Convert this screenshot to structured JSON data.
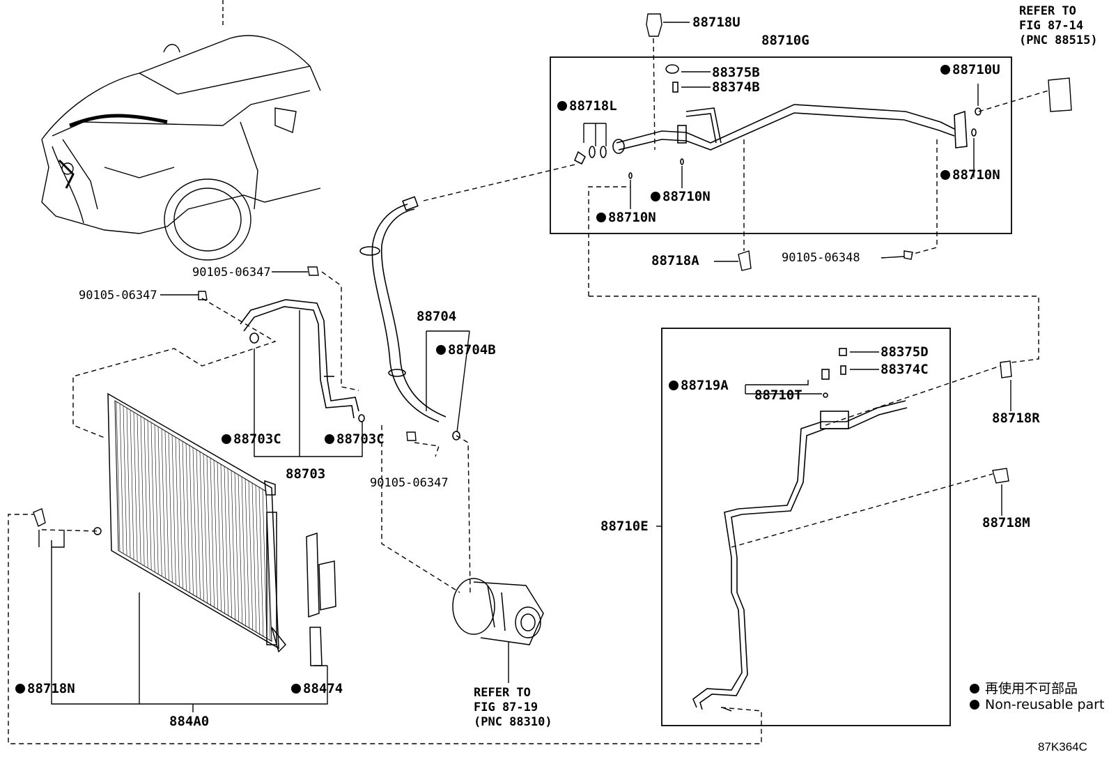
{
  "labels": {
    "p88718U": "88718U",
    "p88710G": "88710G",
    "p88375B": "88375B",
    "p88374B": "88374B",
    "p88718L": "88718L",
    "p88710U": "88710U",
    "p88710N_a": "88710N",
    "p88710N_b": "88710N",
    "p88710N_c": "88710N",
    "p88718A": "88718A",
    "p90105_06348": "90105-06348",
    "p90105_06347_a": "90105-06347",
    "p90105_06347_b": "90105-06347",
    "p90105_06347_c": "90105-06347",
    "p88704": "88704",
    "p88704B": "88704B",
    "p88703C_a": "88703C",
    "p88703C_b": "88703C",
    "p88703": "88703",
    "p88375D": "88375D",
    "p88374C": "88374C",
    "p88719A": "88719A",
    "p88710T": "88710T",
    "p88718R": "88718R",
    "p88718M": "88718M",
    "p88710E": "88710E",
    "p88718N": "88718N",
    "p88474": "88474",
    "p884A0": "884A0"
  },
  "refs": {
    "top_right": [
      "REFER TO",
      "FIG 87-14",
      "(PNC 88515)"
    ],
    "bottom": [
      "REFER TO",
      "FIG 87-19",
      "(PNC 88310)"
    ]
  },
  "legend": {
    "japanese": "再使用不可部品",
    "english": "Non-reusable part"
  },
  "figure_code": "87K364C"
}
